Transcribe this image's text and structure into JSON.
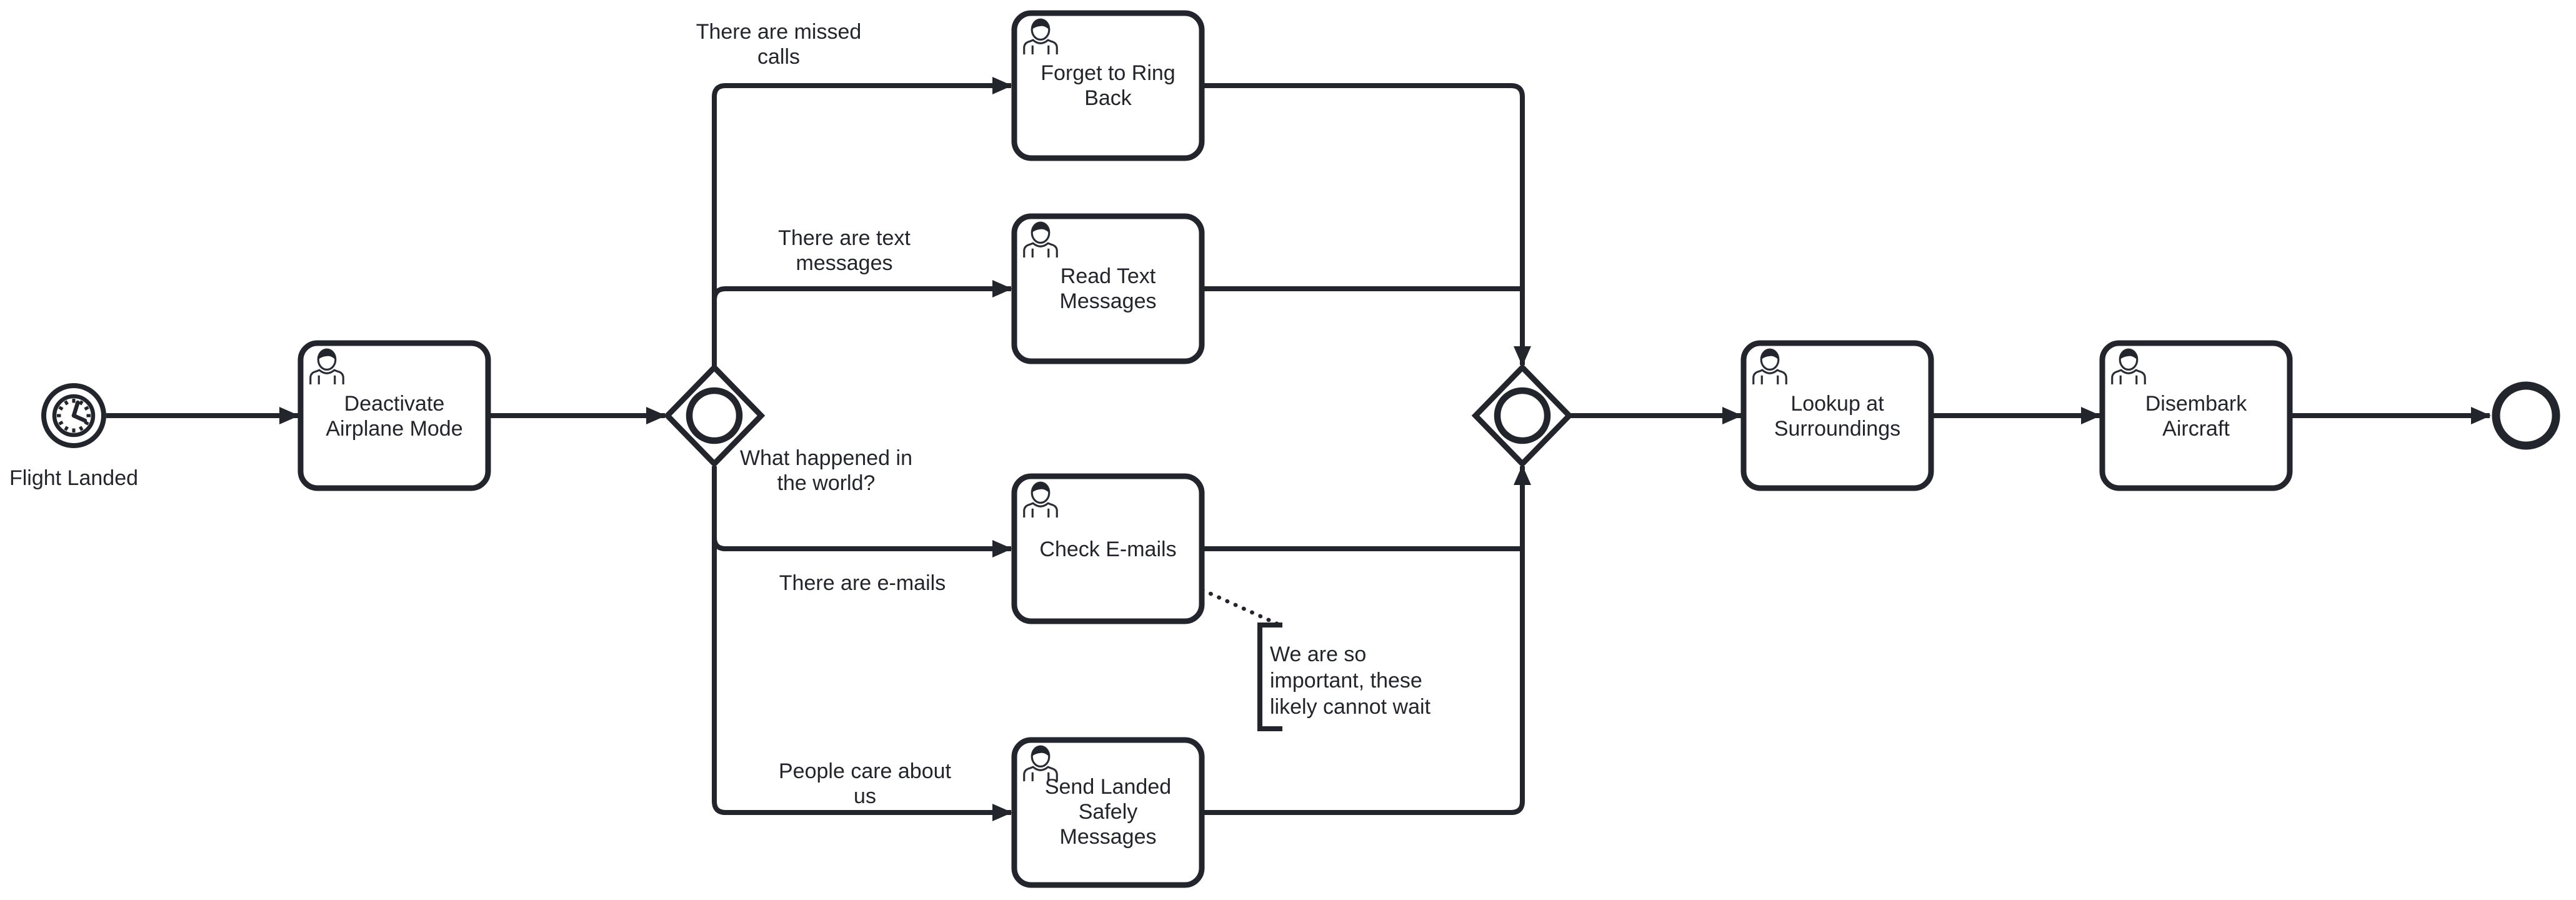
{
  "colors": {
    "stroke": "#23252c",
    "background": "#ffffff"
  },
  "start_event": {
    "type": "timer-start-event",
    "label": "Flight Landed"
  },
  "end_event": {
    "type": "end-event"
  },
  "gateways": [
    {
      "id": "split",
      "type": "inclusive-gateway"
    },
    {
      "id": "join",
      "type": "inclusive-gateway"
    }
  ],
  "tasks": [
    {
      "id": "deactivate",
      "type": "user-task",
      "lines": [
        "Deactivate",
        "Airplane Mode"
      ]
    },
    {
      "id": "forget",
      "type": "user-task",
      "lines": [
        "Forget to Ring",
        "Back"
      ]
    },
    {
      "id": "read",
      "type": "user-task",
      "lines": [
        "Read Text",
        "Messages"
      ]
    },
    {
      "id": "check",
      "type": "user-task",
      "lines": [
        "Check E-mails"
      ]
    },
    {
      "id": "send",
      "type": "user-task",
      "lines": [
        "Send Landed",
        "Safely",
        "Messages"
      ]
    },
    {
      "id": "lookup",
      "type": "user-task",
      "lines": [
        "Lookup at",
        "Surroundings"
      ]
    },
    {
      "id": "disembark",
      "type": "user-task",
      "lines": [
        "Disembark",
        "Aircraft"
      ]
    }
  ],
  "flow_labels": {
    "missed_calls": [
      "There are missed",
      "calls"
    ],
    "text_messages": [
      "There are text",
      "messages"
    ],
    "what_happened": [
      "What happened in",
      "the world?"
    ],
    "emails": [
      "There are e-mails"
    ],
    "people_care": [
      "People care about",
      "us"
    ]
  },
  "annotation": {
    "lines": [
      "We are so",
      "important, these",
      "likely cannot wait"
    ]
  }
}
